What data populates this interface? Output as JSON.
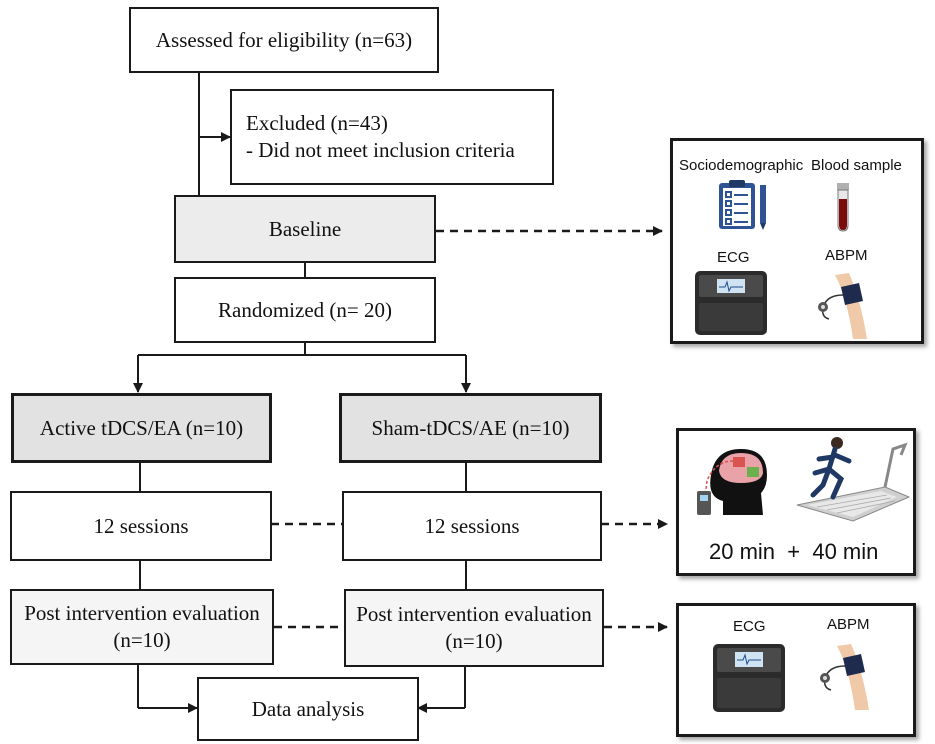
{
  "flow": {
    "assessed": "Assessed for eligibility (n=63)",
    "excluded_title": "Excluded (n=43)",
    "excluded_reason": "- Did not meet inclusion criteria",
    "baseline": "Baseline",
    "randomized": "Randomized (n= 20)",
    "active_group": "Active tDCS/EA (n=10)",
    "sham_group": "Sham-tDCS/AE (n=10)",
    "sessions_active": "12 sessions",
    "sessions_sham": "12 sessions",
    "post_active_line1": "Post intervention evaluation",
    "post_active_line2": "(n=10)",
    "post_sham_line1": "Post intervention evaluation",
    "post_sham_line2": "(n=10)",
    "analysis": "Data analysis"
  },
  "panel_baseline": {
    "label_socio": "Sociodemographic",
    "label_blood": "Blood sample",
    "label_ecg": "ECG",
    "label_abpm": "ABPM",
    "icons": [
      "clipboard-icon",
      "test-tube-icon",
      "ecg-monitor-icon",
      "blood-pressure-cuff-icon"
    ]
  },
  "panel_intervention": {
    "label_times": "20 min  +  40 min",
    "icons": [
      "tdcs-head-icon",
      "treadmill-runner-icon"
    ]
  },
  "panel_post": {
    "label_ecg": "ECG",
    "label_abpm": "ABPM",
    "icons": [
      "ecg-monitor-icon",
      "blood-pressure-cuff-icon"
    ]
  },
  "colors": {
    "line": "#1a1a1a",
    "box_shaded": "#e2e2e2",
    "tube_blood": "#7a0c0c",
    "clipboard": "#2f5496"
  }
}
